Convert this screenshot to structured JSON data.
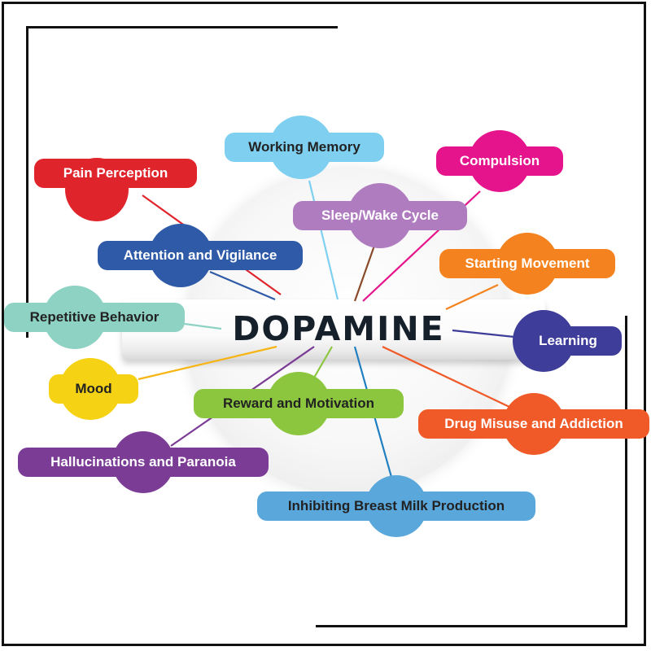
{
  "center": {
    "label": "DOPAMINE",
    "color": "#16202b"
  },
  "nodes": [
    {
      "id": "pain-perception",
      "label": "Pain Perception",
      "color": "#e0242c",
      "text_color": "#ffffff"
    },
    {
      "id": "working-memory",
      "label": "Working Memory",
      "color": "#7fd0f0",
      "text_color": "#222222"
    },
    {
      "id": "compulsion",
      "label": "Compulsion",
      "color": "#e6148c",
      "text_color": "#ffffff"
    },
    {
      "id": "sleep-wake-cycle",
      "label": "Sleep/Wake Cycle",
      "color": "#b07cc0",
      "text_color": "#ffffff"
    },
    {
      "id": "attention-and-vigilance",
      "label": "Attention and Vigilance",
      "color": "#2e5aa8",
      "text_color": "#ffffff"
    },
    {
      "id": "starting-movement",
      "label": "Starting Movement",
      "color": "#f4831f",
      "text_color": "#ffffff"
    },
    {
      "id": "repetitive-behavior",
      "label": "Repetitive Behavior",
      "color": "#8ed2c4",
      "text_color": "#222222"
    },
    {
      "id": "learning",
      "label": "Learning",
      "color": "#3f3d9a",
      "text_color": "#ffffff"
    },
    {
      "id": "mood",
      "label": "Mood",
      "color": "#f6d215",
      "text_color": "#222222"
    },
    {
      "id": "reward-and-motivation",
      "label": "Reward and Motivation",
      "color": "#8cc63f",
      "text_color": "#222222"
    },
    {
      "id": "drug-misuse-and-addiction",
      "label": "Drug Misuse and Addiction",
      "color": "#f05a28",
      "text_color": "#ffffff"
    },
    {
      "id": "hallucinations-and-paranoia",
      "label": "Hallucinations and Paranoia",
      "color": "#7b3c96",
      "text_color": "#ffffff"
    },
    {
      "id": "inhibiting-breast-milk-production",
      "label": "Inhibiting Breast Milk Production",
      "color": "#5aa7dc",
      "text_color": "#222222"
    }
  ],
  "connector_colors": {
    "pain-perception": "#e0242c",
    "working-memory": "#7fd0f0",
    "compulsion": "#e6148c",
    "sleep-wake-cycle": "#8a4b2a",
    "attention-and-vigilance": "#2e5aa8",
    "starting-movement": "#f4831f",
    "repetitive-behavior": "#8ed2c4",
    "learning": "#3f3d9a",
    "mood": "#f6b515",
    "reward-and-motivation": "#8cc63f",
    "drug-misuse-and-addiction": "#f05a28",
    "hallucinations-and-paranoia": "#7b3c96",
    "inhibiting-breast-milk-production": "#1f7fc0"
  }
}
